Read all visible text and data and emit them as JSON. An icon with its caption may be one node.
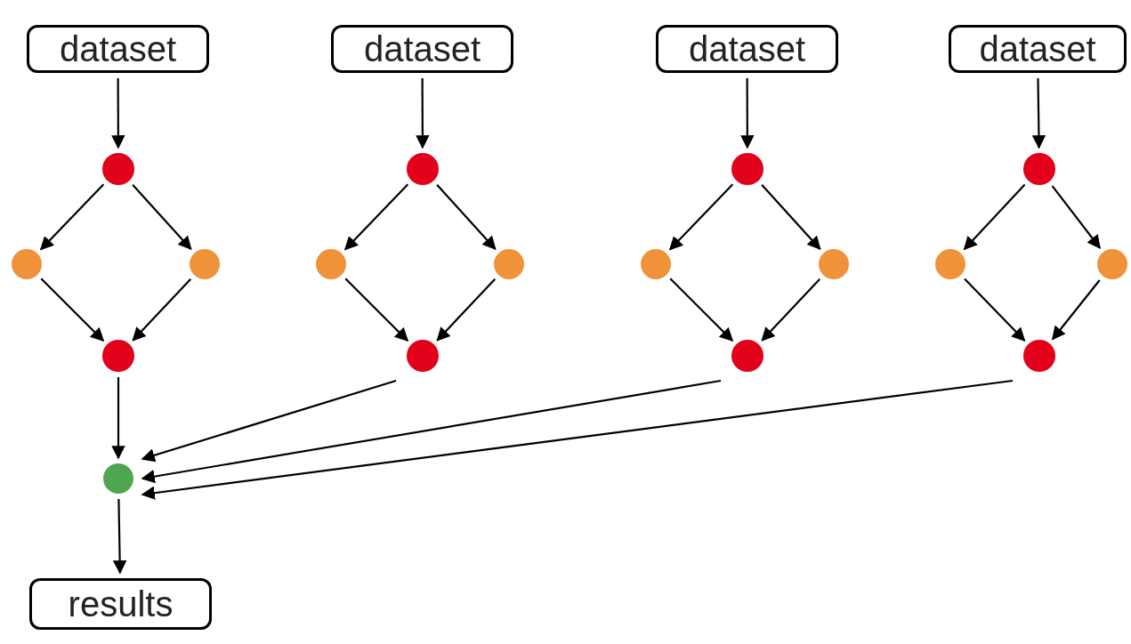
{
  "diagram": {
    "nodes": [
      {
        "text": [
          "dataset"
        ]
      },
      {
        "text": [
          "dataset"
        ]
      },
      {
        "text": [
          "dataset"
        ]
      },
      {
        "text": [
          "dataset"
        ]
      },
      {
        "text": [],
        "shape": "circle"
      },
      {
        "text": [],
        "shape": "circle"
      },
      {
        "text": [],
        "shape": "circle"
      },
      {
        "text": [],
        "shape": "circle"
      },
      {
        "text": [],
        "shape": "circle"
      },
      {
        "text": [],
        "shape": "circle"
      },
      {
        "text": [],
        "shape": "circle"
      },
      {
        "text": [],
        "shape": "circle"
      },
      {
        "text": [],
        "shape": "circle"
      },
      {
        "text": [],
        "shape": "circle"
      },
      {
        "text": [],
        "shape": "circle"
      },
      {
        "text": [],
        "shape": "circle"
      },
      {
        "text": [],
        "shape": "circle"
      },
      {
        "text": [],
        "shape": "circle"
      },
      {
        "text": [],
        "shape": "circle"
      },
      {
        "text": [],
        "shape": "circle"
      },
      {
        "text": [],
        "shape": "circle"
      },
      {
        "text": [
          "results"
        ]
      }
    ],
    "edges": [
      {
        "from": 0,
        "to": 4,
        "arrow": "to"
      },
      {
        "from": 4,
        "to": 5,
        "arrow": "to"
      },
      {
        "from": 4,
        "to": 6,
        "arrow": "to"
      },
      {
        "from": 5,
        "to": 7,
        "arrow": "to"
      },
      {
        "from": 6,
        "to": 7,
        "arrow": "to"
      },
      {
        "from": 1,
        "to": 8,
        "arrow": "to"
      },
      {
        "from": 8,
        "to": 9,
        "arrow": "to"
      },
      {
        "from": 8,
        "to": 10,
        "arrow": "to"
      },
      {
        "from": 9,
        "to": 11,
        "arrow": "to"
      },
      {
        "from": 10,
        "to": 11,
        "arrow": "to"
      },
      {
        "from": 2,
        "to": 12,
        "arrow": "to"
      },
      {
        "from": 12,
        "to": 13,
        "arrow": "to"
      },
      {
        "from": 12,
        "to": 14,
        "arrow": "to"
      },
      {
        "from": 13,
        "to": 15,
        "arrow": "to"
      },
      {
        "from": 14,
        "to": 15,
        "arrow": "to"
      },
      {
        "from": 3,
        "to": 16,
        "arrow": "to"
      },
      {
        "from": 16,
        "to": 17,
        "arrow": "to"
      },
      {
        "from": 16,
        "to": 18,
        "arrow": "to"
      },
      {
        "from": 17,
        "to": 19,
        "arrow": "to"
      },
      {
        "from": 18,
        "to": 19,
        "arrow": "to"
      },
      {
        "from": 7,
        "to": 20,
        "arrow": "to"
      },
      {
        "from": 11,
        "to": 20,
        "arrow": "to"
      },
      {
        "from": 15,
        "to": 20,
        "arrow": "to"
      },
      {
        "from": 19,
        "to": 20,
        "arrow": "to"
      },
      {
        "from": 20,
        "to": 21,
        "arrow": "to"
      }
    ]
  }
}
